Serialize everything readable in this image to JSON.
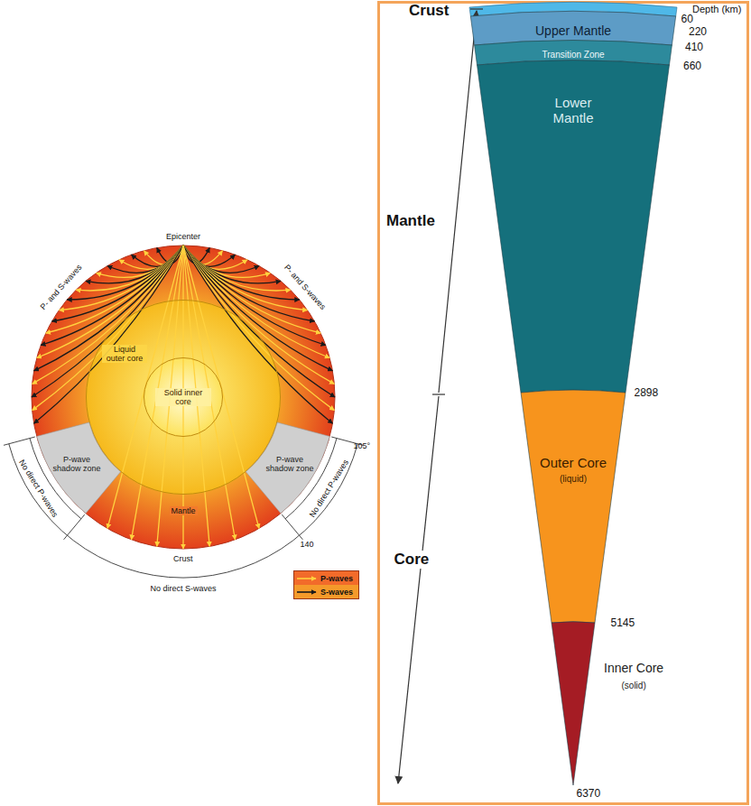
{
  "diagram": {
    "nodes": [
      {
        "text": [
          "Liquid outer core"
        ]
      },
      {
        "text": [
          "Solid inner core"
        ],
        "in": 0
      },
      {
        "text": [
          "P-wave shadow zone"
        ]
      },
      {
        "text": [
          "P-wave shadow zone"
        ]
      },
      {
        "text": [
          "Upper Mantle"
        ]
      },
      {
        "text": [
          "Transition Zone"
        ]
      },
      {
        "text": [
          "Lower Mantle"
        ]
      },
      {
        "text": [
          "Outer Core",
          "(liquid)"
        ]
      },
      {
        "text": [
          "Inner Core",
          "(solid)"
        ]
      }
    ],
    "labels": [
      "Epicenter",
      "P- and S-waves",
      "P- and S-waves",
      "105°",
      "No direct P-waves",
      "No direct P-waves",
      "Mantle",
      "140",
      "Crust",
      "No direct S-waves",
      "Crust",
      "Depth (km)",
      "60",
      "220",
      "410",
      "660",
      "Mantle",
      "2898",
      "Core",
      "5145",
      "6370"
    ],
    "legend": [
      {
        "text": "P-waves"
      },
      {
        "text": "S-waves"
      }
    ]
  }
}
